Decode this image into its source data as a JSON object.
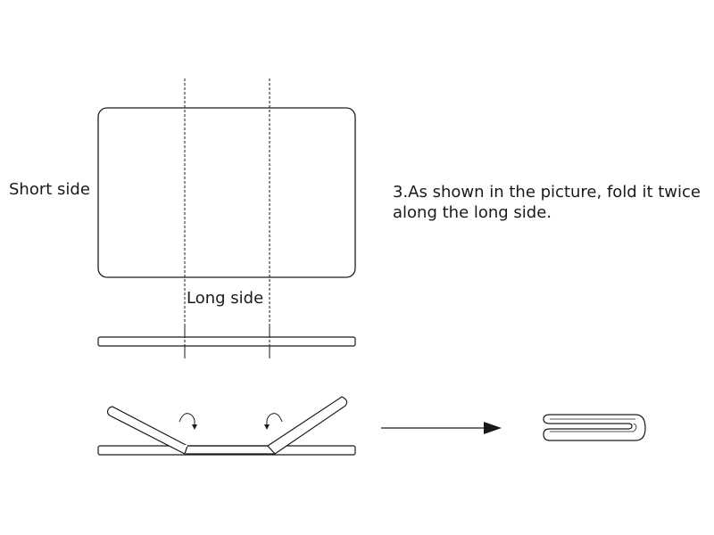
{
  "labels": {
    "short_side": "Short side",
    "long_side": "Long side"
  },
  "instruction": {
    "line1": "3.As shown in the picture, fold it twice",
    "line2": "along the long side."
  },
  "colors": {
    "stroke": "#1a1a1a",
    "background": "#ffffff"
  },
  "icons": [
    "fold-arrow-left-icon",
    "fold-arrow-right-icon",
    "right-arrow-icon"
  ]
}
